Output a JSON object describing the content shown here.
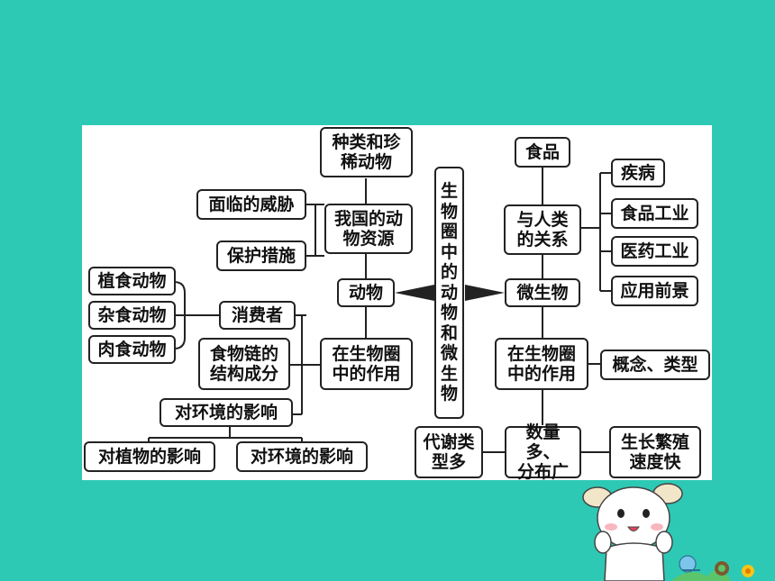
{
  "center": "生物圈中的动物和微生物",
  "animal": {
    "label": "动物",
    "species": "种类和珍\n稀动物",
    "resources": "我国的动\n物资源",
    "threats": "面临的威胁",
    "protection": "保护措施",
    "role": "在生物圈\n中的作用",
    "consumer": "消费者",
    "herbivore": "植食动物",
    "omnivore": "杂食动物",
    "carnivore": "肉食动物",
    "food_chain": "食物链的\n结构成分",
    "env_effect": "对环境的影响",
    "plant_effect": "对植物的影响",
    "env_effect_2": "对环境的影响"
  },
  "microbe": {
    "label": "微生物",
    "food": "食品",
    "relation": "与人类\n的关系",
    "disease": "疾病",
    "food_industry": "食品工业",
    "medical_industry": "医药工业",
    "prospect": "应用前景",
    "role": "在生物圈\n中的作用",
    "concept": "概念、类型",
    "abundance": "数量多、\n分布广",
    "metabolism": "代谢类\n型多",
    "reproduction": "生长繁殖\n速度快"
  }
}
